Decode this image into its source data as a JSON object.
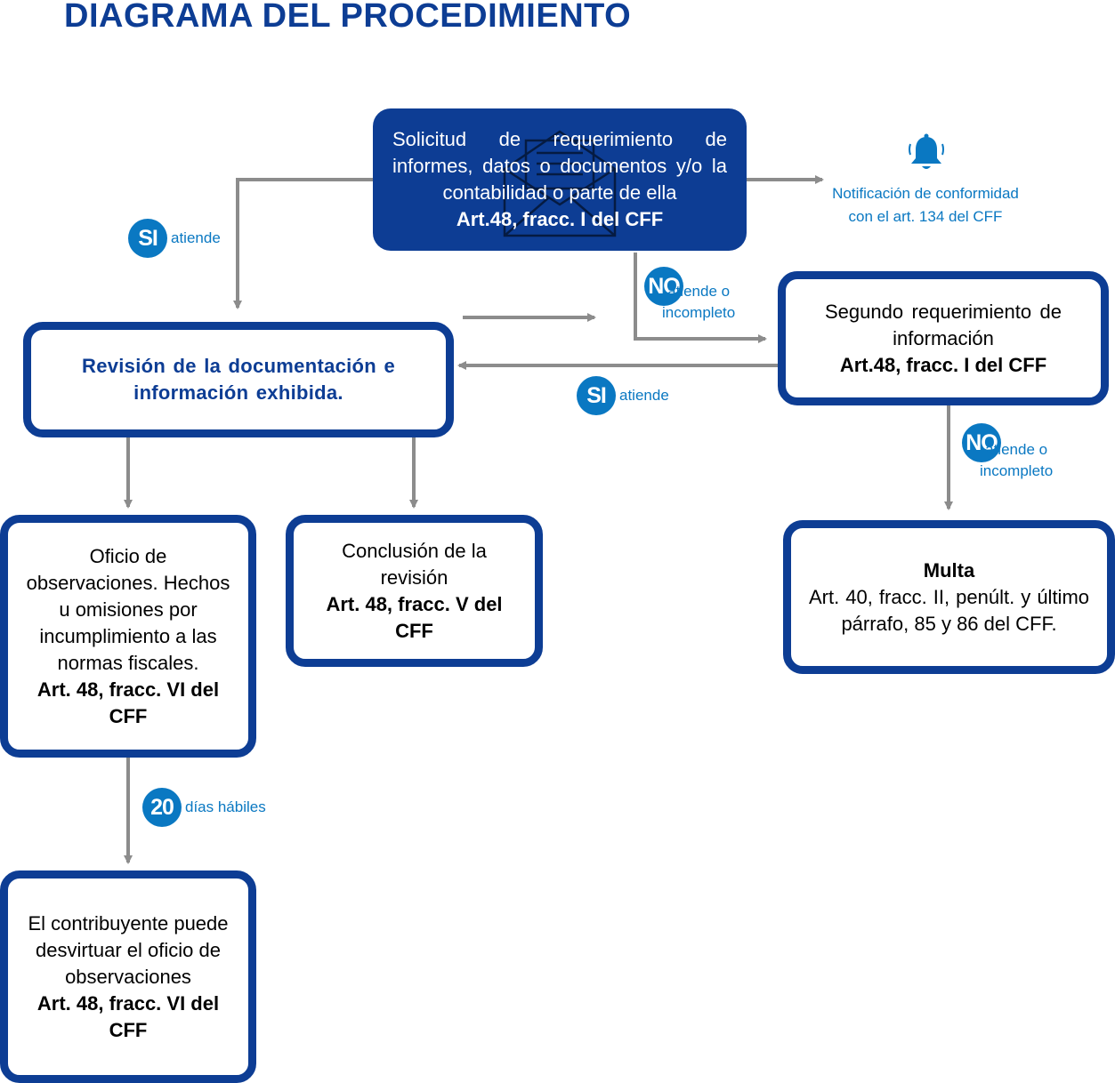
{
  "title": "DIAGRAMA DEL PROCEDIMIENTO",
  "nodes": {
    "solicitud": {
      "text": "Solicitud de requerimiento de informes, datos o documentos y/o la contabilidad o parte de ella",
      "ref": "Art.48, fracc. I del CFF"
    },
    "revision": {
      "text": "Revisión de la documentación e información exhibida."
    },
    "segundo": {
      "text": "Segundo requerimiento de información",
      "ref": "Art.48, fracc. I del CFF"
    },
    "oficio": {
      "text": "Oficio de observaciones. Hechos u omisiones por incumplimiento a las normas fiscales.",
      "ref": "Art. 48, fracc. VI del CFF"
    },
    "conclusion": {
      "text": "Conclusión de la revisión",
      "ref": "Art. 48, fracc. V del CFF"
    },
    "multa": {
      "heading": "Multa",
      "text": "Art. 40, fracc. II, penúlt. y último párrafo, 85 y 86 del CFF."
    },
    "contribuyente": {
      "text": "El contribuyente puede desvirtuar el oficio de observaciones",
      "ref": "Art. 48, fracc. VI del CFF"
    }
  },
  "labels": {
    "si_1": {
      "badge": "SI",
      "text": "atiende"
    },
    "si_2": {
      "badge": "SI",
      "text": "atiende"
    },
    "no_1": {
      "badge": "NO",
      "text": "atiende o\nincompleto"
    },
    "no_2": {
      "badge": "NO",
      "text": "atiende o\nincompleto"
    },
    "dias": {
      "badge": "20",
      "text": "días hábiles"
    }
  },
  "notification": {
    "text": "Notificación de conformidad con el art. 134 del CFF",
    "icon": "bell-icon"
  },
  "colors": {
    "primary": "#0d3d94",
    "accent": "#0a78c2",
    "connector": "#8c8c8c"
  }
}
